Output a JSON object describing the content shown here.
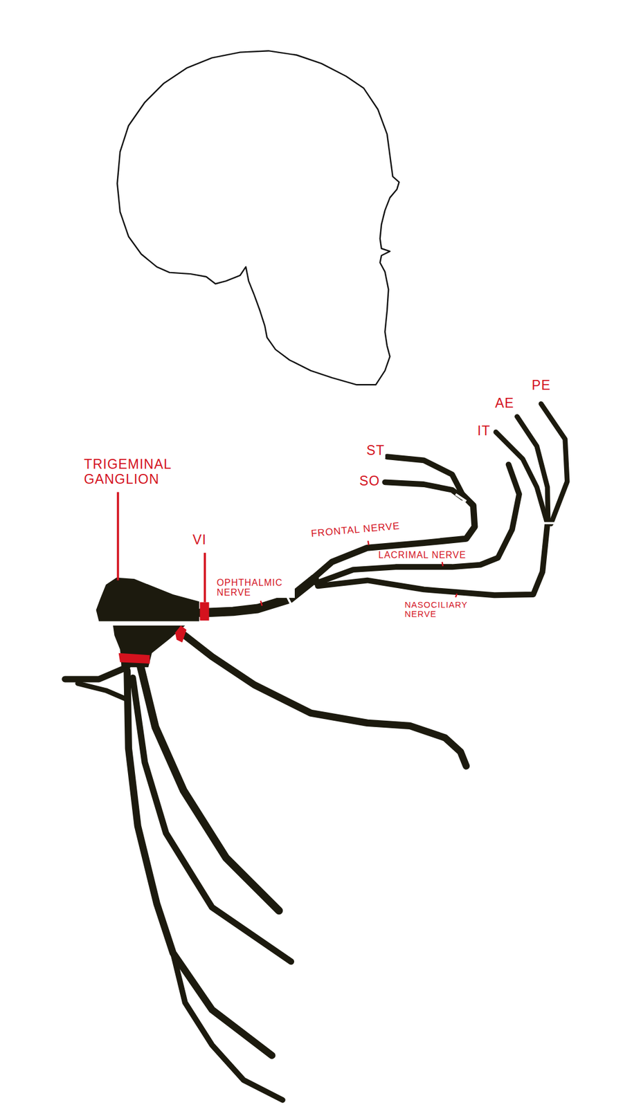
{
  "diagram": {
    "labels": [
      "TRIGEMINAL GANGLION",
      "VI",
      "OPHTHALMIC NERVE",
      "FRONTAL NERVE",
      "LACRIMAL NERVE",
      "NASOCILIARY NERVE",
      "ST",
      "SO",
      "IT",
      "AE",
      "PE"
    ]
  }
}
